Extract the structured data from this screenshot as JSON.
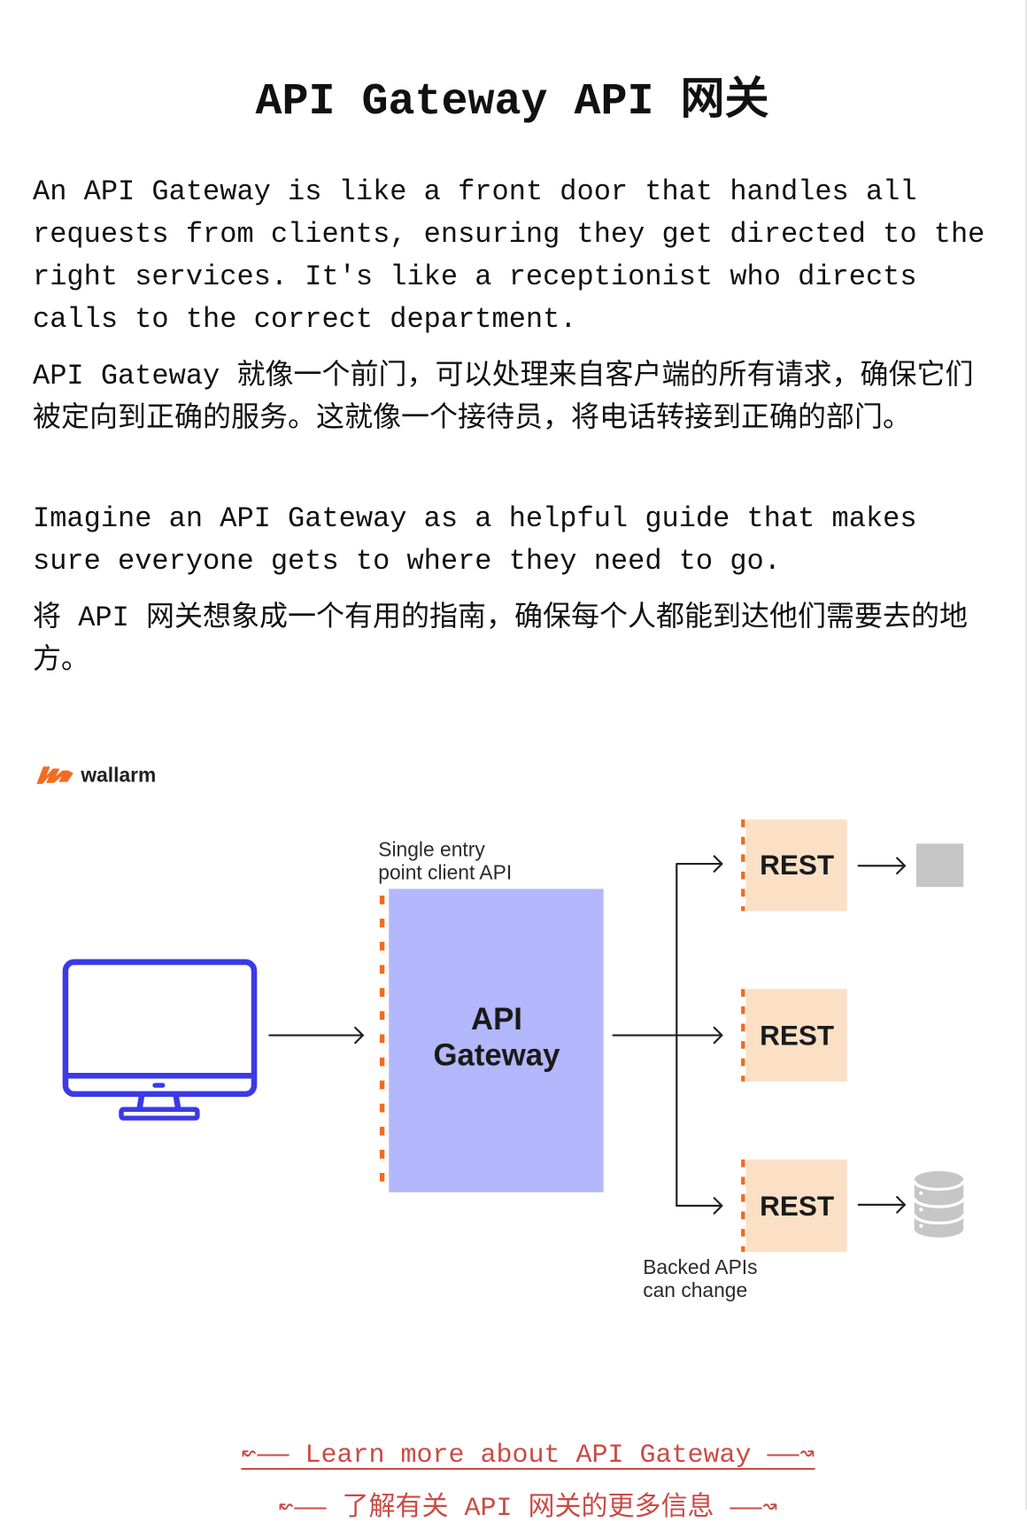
{
  "page": {
    "title": "API Gateway API 网关"
  },
  "intro": {
    "en": "An API Gateway is like a front door that handles all\nrequests from clients, ensuring they get directed to the\nright services. It's like a receptionist who directs\ncalls to the correct department.",
    "zh": "API Gateway 就像一个前门，可以处理来自客户端的所有请求，确保它们\n被定向到正确的服务。这就像一个接待员，将电话转接到正确的部门。"
  },
  "analogy": {
    "en": "Imagine an API Gateway as a helpful guide that makes\nsure everyone gets to where they need to go.",
    "zh": "将 API 网关想象成一个有用的指南，确保每个人都能到达他们需要去的地\n方。"
  },
  "diagram": {
    "brand": {
      "name": "wallarm",
      "icon": "wallarm-logo-icon"
    },
    "client_icon": "desktop-monitor-icon",
    "gateway_note": [
      "Single entry",
      "point client API"
    ],
    "gateway_label": [
      "API",
      "Gateway"
    ],
    "services": [
      {
        "label": "REST"
      },
      {
        "label": "REST"
      },
      {
        "label": "REST"
      }
    ],
    "resource_icons": [
      "gray-square-icon",
      "database-icon"
    ],
    "backend_note": [
      "Backed APIs",
      "can change"
    ]
  },
  "links": [
    {
      "text": "↜—— Learn more about API Gateway ——↝"
    },
    {
      "text": "↜—— 了解有关 API 网关的更多信息 ——↝"
    }
  ],
  "colors": {
    "text": "#111111",
    "link": "#c94b46",
    "background": "#ffffff",
    "brand_orange": "#f36c21",
    "monitor_blue": "#3b3ae6",
    "gateway_fill": "#b3b7fb",
    "service_fill": "#fbe0c6",
    "boundary_dash": "#f26b1d",
    "resource_gray": "#c6c6c6"
  }
}
